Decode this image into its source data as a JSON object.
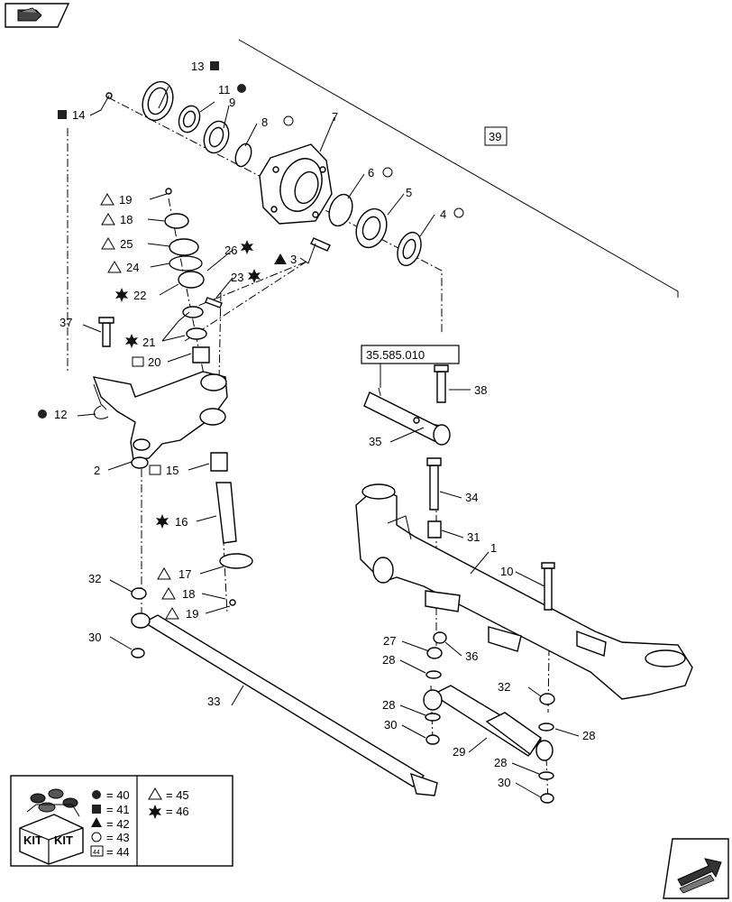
{
  "references": {
    "ref_39": "39",
    "ref_35_585_010": "35.585.010"
  },
  "callouts": {
    "c1": "1",
    "c2": "2",
    "c3": "3",
    "c4": "4",
    "c5": "5",
    "c6": "6",
    "c7": "7",
    "c8": "8",
    "c9": "9",
    "c10": "10",
    "c11": "11",
    "c12": "12",
    "c13": "13",
    "c14": "14",
    "c15": "15",
    "c16": "16",
    "c17": "17",
    "c18a": "18",
    "c18b": "18",
    "c19a": "19",
    "c19b": "19",
    "c20": "20",
    "c21": "21",
    "c22": "22",
    "c23": "23",
    "c24": "24",
    "c25": "25",
    "c26": "26",
    "c27": "27",
    "c28a": "28",
    "c28b": "28",
    "c28c": "28",
    "c28d": "28",
    "c29": "29",
    "c30a": "30",
    "c30b": "30",
    "c30c": "30",
    "c31": "31",
    "c32a": "32",
    "c32b": "32",
    "c33": "33",
    "c34": "34",
    "c35": "35",
    "c36": "36",
    "c37": "37",
    "c38": "38"
  },
  "legend": {
    "kit_text_1": "KIT",
    "kit_text_2": "KIT",
    "rows_left": [
      {
        "symbol": "dark-circle",
        "value": "= 40"
      },
      {
        "symbol": "dark-square",
        "value": "= 41"
      },
      {
        "symbol": "triangle-filled",
        "value": "= 42"
      },
      {
        "symbol": "circle-open",
        "value": "= 43"
      },
      {
        "symbol": "boxed-44",
        "value": "= 44"
      }
    ],
    "rows_right": [
      {
        "symbol": "triangle-open",
        "value": "= 45"
      },
      {
        "symbol": "star-filled",
        "value": "= 46"
      }
    ],
    "small_box_label": "44"
  },
  "nav": {
    "top_left_icon": "nav-previous-page-icon",
    "bottom_right_icon": "nav-next-page-icon"
  }
}
